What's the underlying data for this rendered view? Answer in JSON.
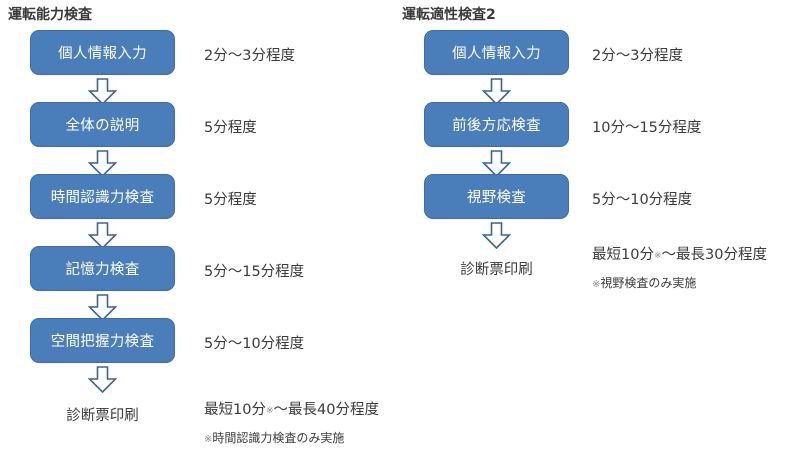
{
  "diagram": {
    "title_color": "#3a3a3a",
    "box_fill": "#4A7EBB",
    "box_border": "#3D6DA4",
    "arrow_outline": "#3A6591",
    "arrow_fill": "#FFFFFF"
  },
  "columns": [
    {
      "id": "driving-ability-test",
      "title": "運転能力検査",
      "steps": [
        {
          "label": "個人情報入力",
          "duration": "2分～3分程度"
        },
        {
          "label": "全体の説明",
          "duration": "5分程度"
        },
        {
          "label": "時間認識力検査",
          "duration": "5分程度"
        },
        {
          "label": "記憶力検査",
          "duration": "5分～15分程度"
        },
        {
          "label": "空間把握力検査",
          "duration": "5分～10分程度"
        }
      ],
      "terminal": "診断票印刷",
      "total": {
        "prefix": "最短10分",
        "mark": "※",
        "suffix": "～最長40分程度"
      },
      "footnote": {
        "mark": "※",
        "text": "時間認識力検査のみ実施"
      }
    },
    {
      "id": "driving-aptitude-test-2",
      "title": "運転適性検査2",
      "steps": [
        {
          "label": "個人情報入力",
          "duration": "2分～3分程度"
        },
        {
          "label": "前後方応検査",
          "duration": "10分～15分程度"
        },
        {
          "label": "視野検査",
          "duration": "5分～10分程度"
        }
      ],
      "terminal": "診断票印刷",
      "total": {
        "prefix": "最短10分",
        "mark": "※",
        "suffix": "～最長30分程度"
      },
      "footnote": {
        "mark": "※",
        "text": "視野検査のみ実施"
      }
    }
  ]
}
